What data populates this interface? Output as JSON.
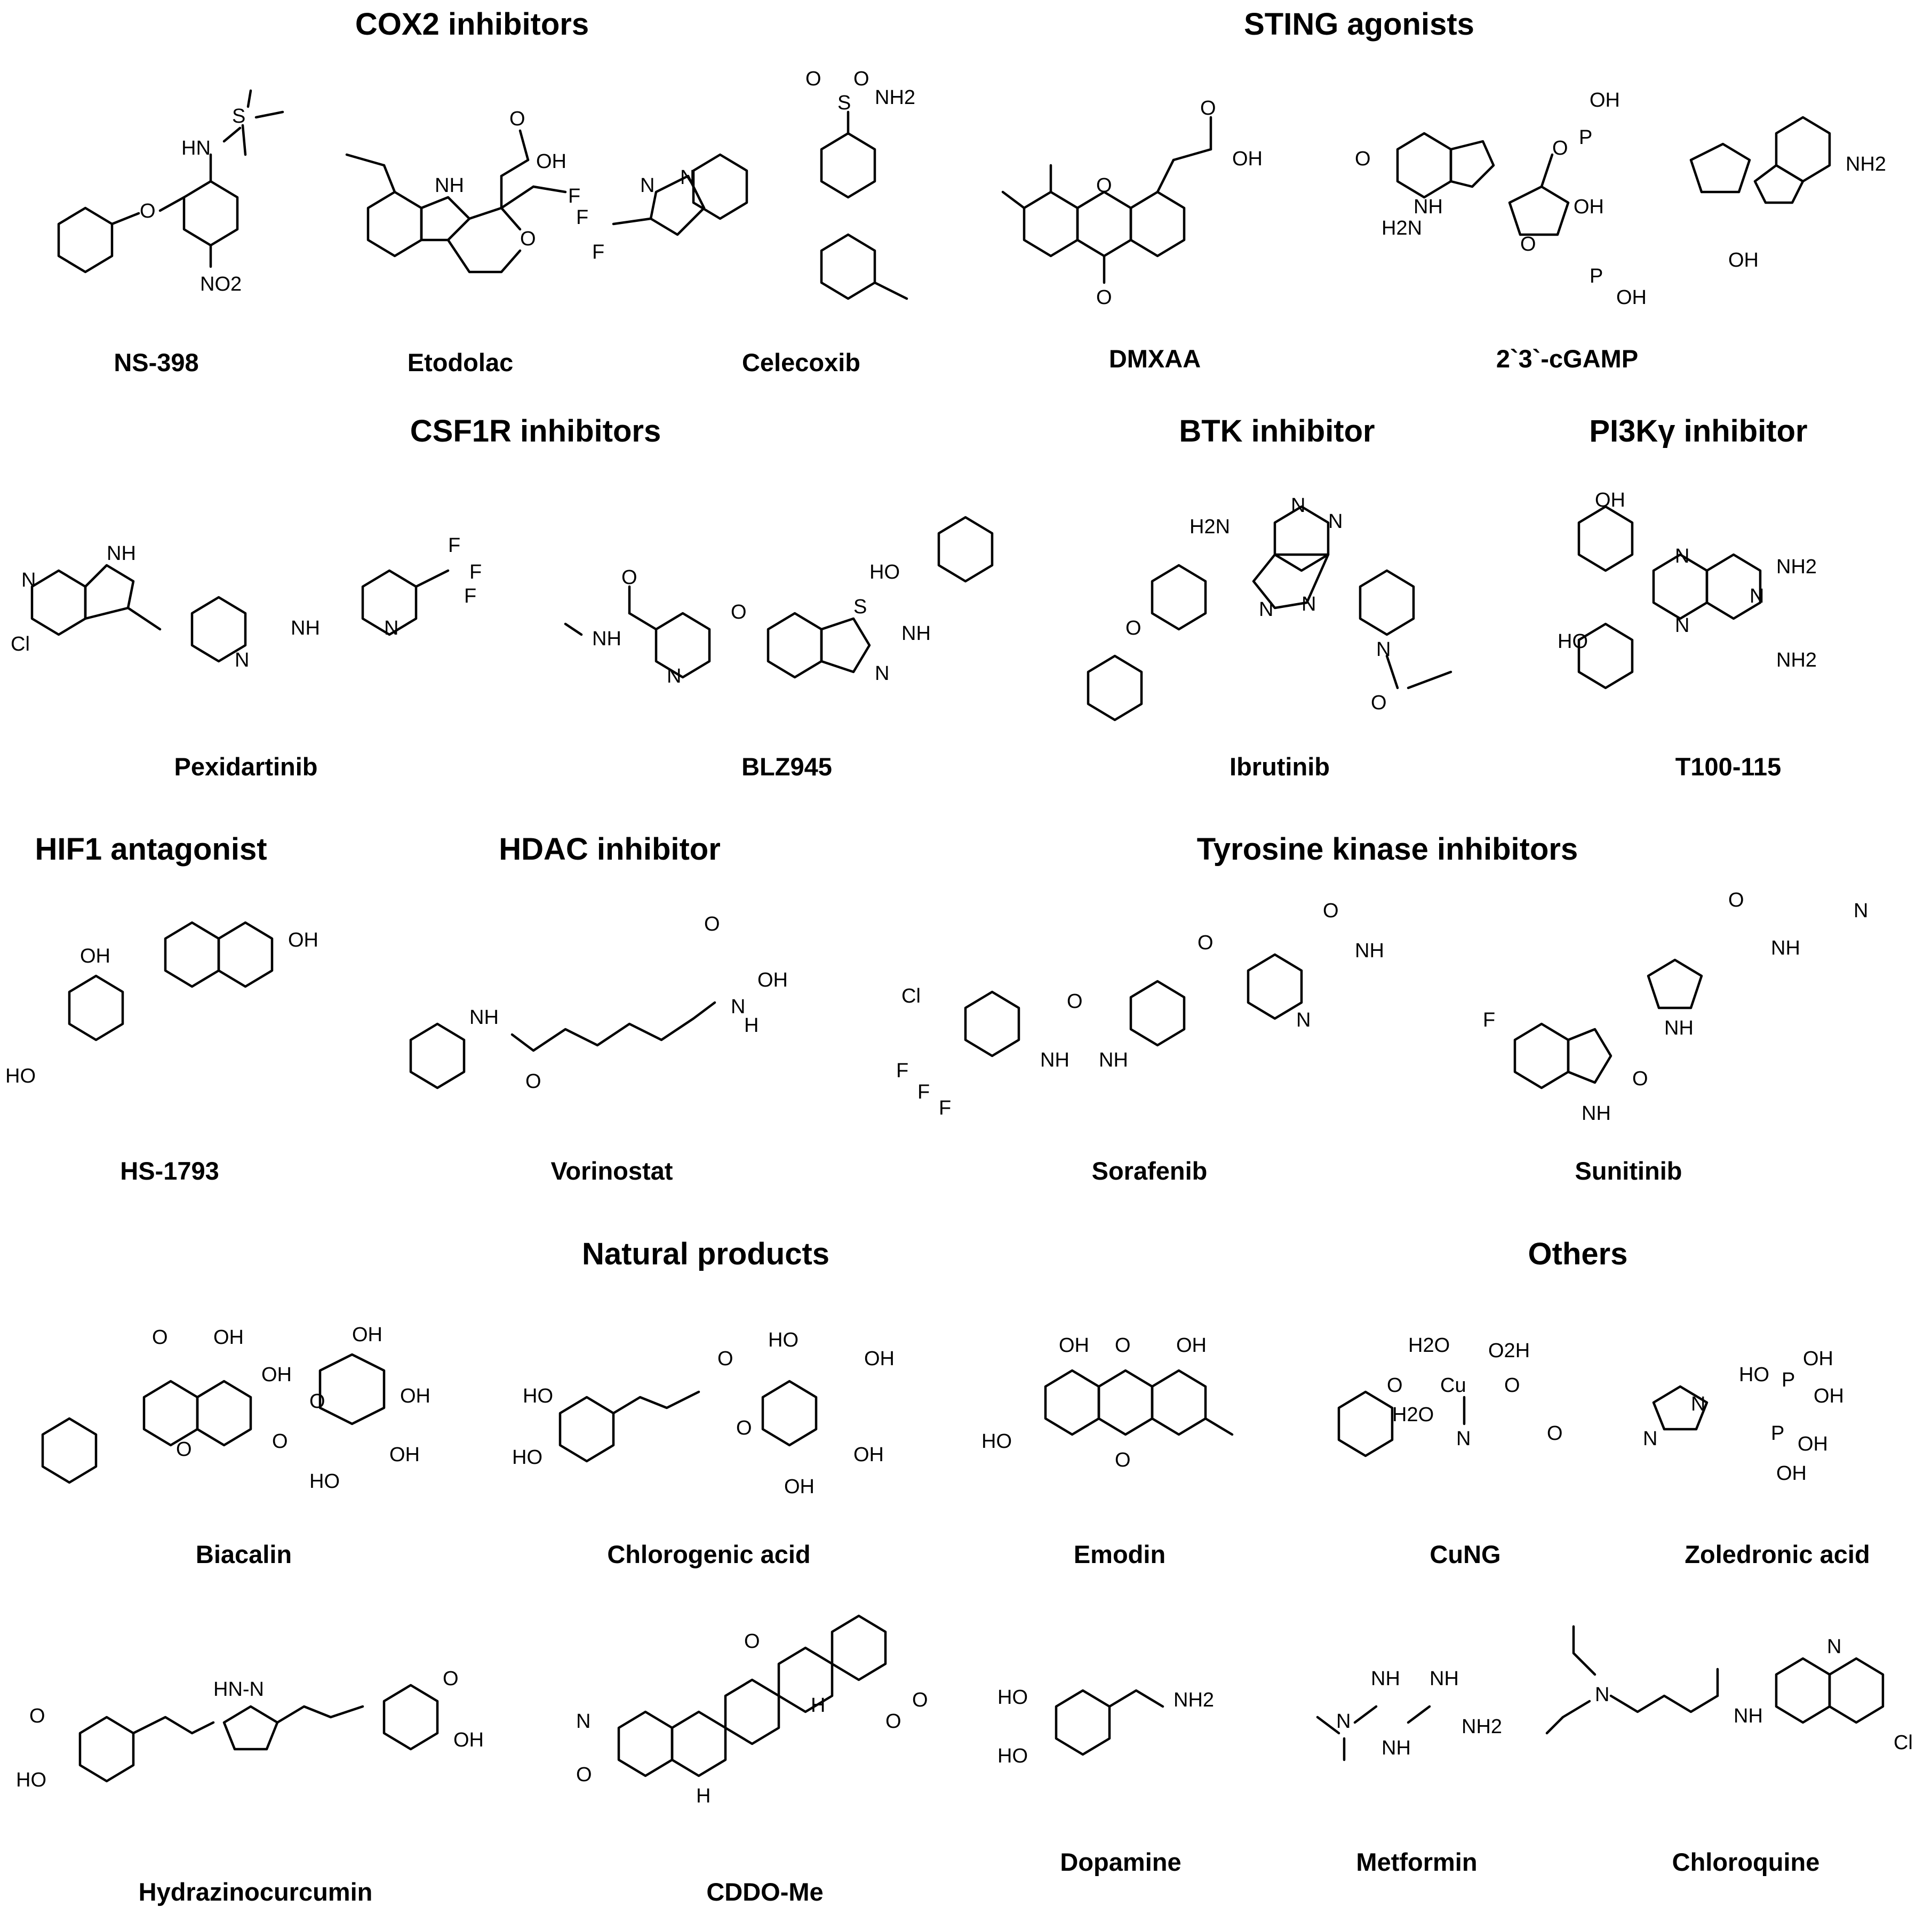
{
  "headings": {
    "cox2": "COX2 inhibitors",
    "sting": "STING agonists",
    "csf1r": "CSF1R inhibitors",
    "btk": "BTK inhibitor",
    "pi3k": "PI3Kγ inhibitor",
    "hif1": "HIF1 antagonist",
    "hdac": "HDAC inhibitor",
    "tki": "Tyrosine kinase inhibitors",
    "natural": "Natural products",
    "others": "Others"
  },
  "compounds": {
    "ns398": "NS-398",
    "etodolac": "Etodolac",
    "celecoxib": "Celecoxib",
    "dmxaa": "DMXAA",
    "cgamp": "2`3`-cGAMP",
    "pexidartinib": "Pexidartinib",
    "blz945": "BLZ945",
    "ibrutinib": "Ibrutinib",
    "t100": "T100-115",
    "hs1793": "HS-1793",
    "vorinostat": "Vorinostat",
    "sorafenib": "Sorafenib",
    "sunitinib": "Sunitinib",
    "biacalin": "Biacalin",
    "chlorogenic": "Chlorogenic acid",
    "emodin": "Emodin",
    "cung": "CuNG",
    "zoledronic": "Zoledronic acid",
    "hydrazinocurcumin": "Hydrazinocurcumin",
    "cddo": "CDDO-Me",
    "dopamine": "Dopamine",
    "metformin": "Metformin",
    "chloroquine": "Chloroquine"
  },
  "atoms": {
    "nh": "NH",
    "n": "N",
    "o": "O",
    "s": "S",
    "f": "F",
    "cl": "Cl",
    "p": "P",
    "oh": "OH",
    "ho": "HO",
    "nh2": "NH2",
    "h2n": "H2N",
    "no2": "NO2",
    "hn": "HN",
    "h": "H",
    "cu": "Cu",
    "h2o": "H2O",
    "o2h": "O2H",
    "hnn": "HN-N"
  }
}
